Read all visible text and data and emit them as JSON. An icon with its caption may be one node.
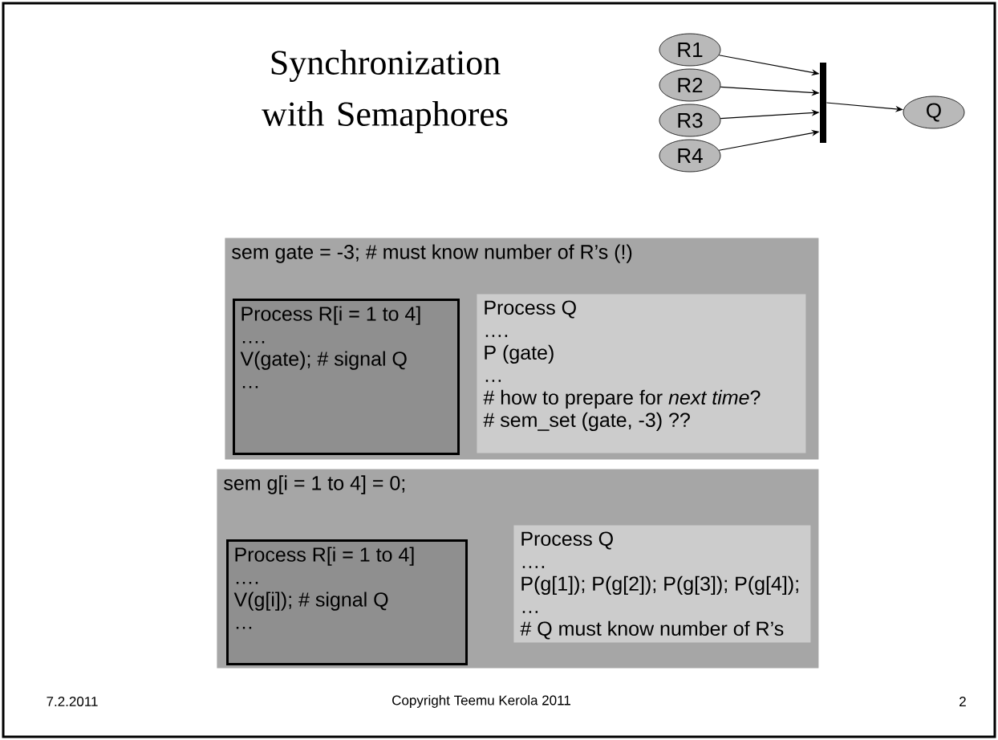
{
  "diagram": {
    "title": "Synchronization with Semaphores",
    "nodes": [
      {
        "text": [
          "R1"
        ]
      },
      {
        "text": [
          "R2"
        ]
      },
      {
        "text": [
          "R3"
        ]
      },
      {
        "text": [
          "R4"
        ]
      },
      {
        "text": [],
        "shape": "bar"
      },
      {
        "text": [
          "Q"
        ]
      },
      {
        "text": [
          "sem gate = -3;   # must know number of R’s (!)"
        ]
      },
      {
        "text": [
          "Process R[i = 1 to 4]",
          "….",
          "V(gate);  # signal Q",
          "…"
        ],
        "in": 6
      },
      {
        "text": [
          "Process Q",
          "….",
          "P (gate)",
          "…",
          "# how to prepare for *next time*?",
          "# sem_set (gate, -3) ??"
        ],
        "in": 6
      },
      {
        "text": [
          "sem g[i = 1 to 4] = 0;"
        ]
      },
      {
        "text": [
          "Process R[i = 1 to 4]",
          "….",
          "V(g[i]);  # signal Q",
          "…"
        ],
        "in": 9
      },
      {
        "text": [
          "Process Q",
          "….",
          "P(g[1]); P(g[2]); P(g[3]); P(g[4]);",
          "…",
          "# Q must know number of R’s"
        ],
        "in": 9
      }
    ],
    "edges": [
      {
        "from": 0,
        "to": 4,
        "arrow": "to"
      },
      {
        "from": 1,
        "to": 4,
        "arrow": "to"
      },
      {
        "from": 2,
        "to": 4,
        "arrow": "to"
      },
      {
        "from": 3,
        "to": 4,
        "arrow": "to"
      },
      {
        "from": 4,
        "to": 5,
        "arrow": "to"
      }
    ],
    "labels": [
      "7.2.2011",
      "Copyright Teemu Kerola 2011",
      "2"
    ]
  }
}
